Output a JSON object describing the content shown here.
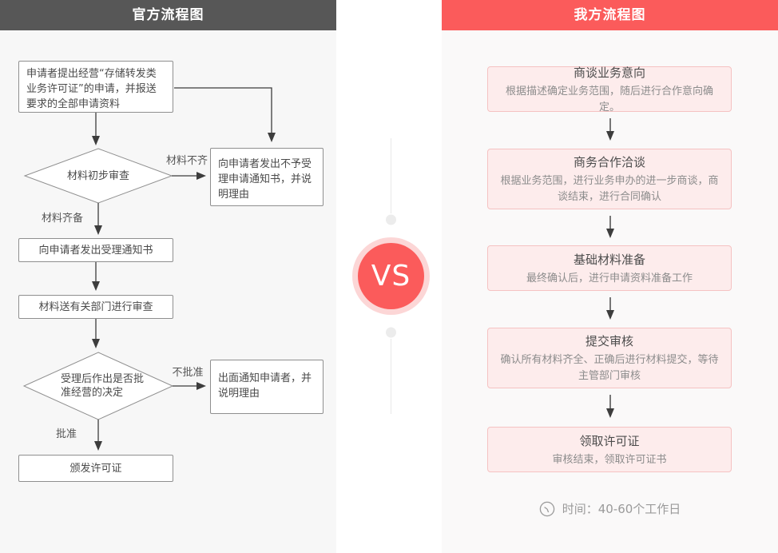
{
  "left_panel": {
    "header": "官方流程图",
    "nodes": {
      "apply": "申请者提出经营“存储转发类业务许可证”的申请，并报送要求的全部申请资料",
      "initial_review": "材料初步审查",
      "reject_notice": "向申请者发出不予受理申请通知书，并说明理由",
      "accept_notice": "向申请者发出受理通知书",
      "dept_review": "材料送有关部门进行审查",
      "decision": "受理后作出是否批准经营的决定",
      "notify_applicant": "出面通知申请者，并说明理由",
      "issue_license": "颁发许可证"
    },
    "labels": {
      "incomplete": "材料不齐",
      "complete": "材料齐备",
      "not_approved": "不批准",
      "approved": "批准"
    }
  },
  "divider": {
    "vs": "VS"
  },
  "right_panel": {
    "header": "我方流程图",
    "steps": [
      {
        "title": "商谈业务意向",
        "desc": "根据描述确定业务范围，随后进行合作意向确定。"
      },
      {
        "title": "商务合作洽谈",
        "desc": "根据业务范围，进行业务申办的进一步商谈，商谈结束，进行合同确认"
      },
      {
        "title": "基础材料准备",
        "desc": "最终确认后，进行申请资料准备工作"
      },
      {
        "title": "提交审核",
        "desc": "确认所有材料齐全、正确后进行材料提交，等待主管部门审核"
      },
      {
        "title": "领取许可证",
        "desc": "审核结束，领取许可证书"
      }
    ],
    "time_note": "时间：40-60个工作日"
  },
  "colors": {
    "header_dark": "#575757",
    "accent_red": "#fb5b5b",
    "vs_ring": "#fcd6d6",
    "left_panel_bg": "#f7f7f7",
    "right_panel_bg": "#faf9f9",
    "pink_box_bg": "#fdecec",
    "pink_box_border": "#f5c2c2"
  }
}
